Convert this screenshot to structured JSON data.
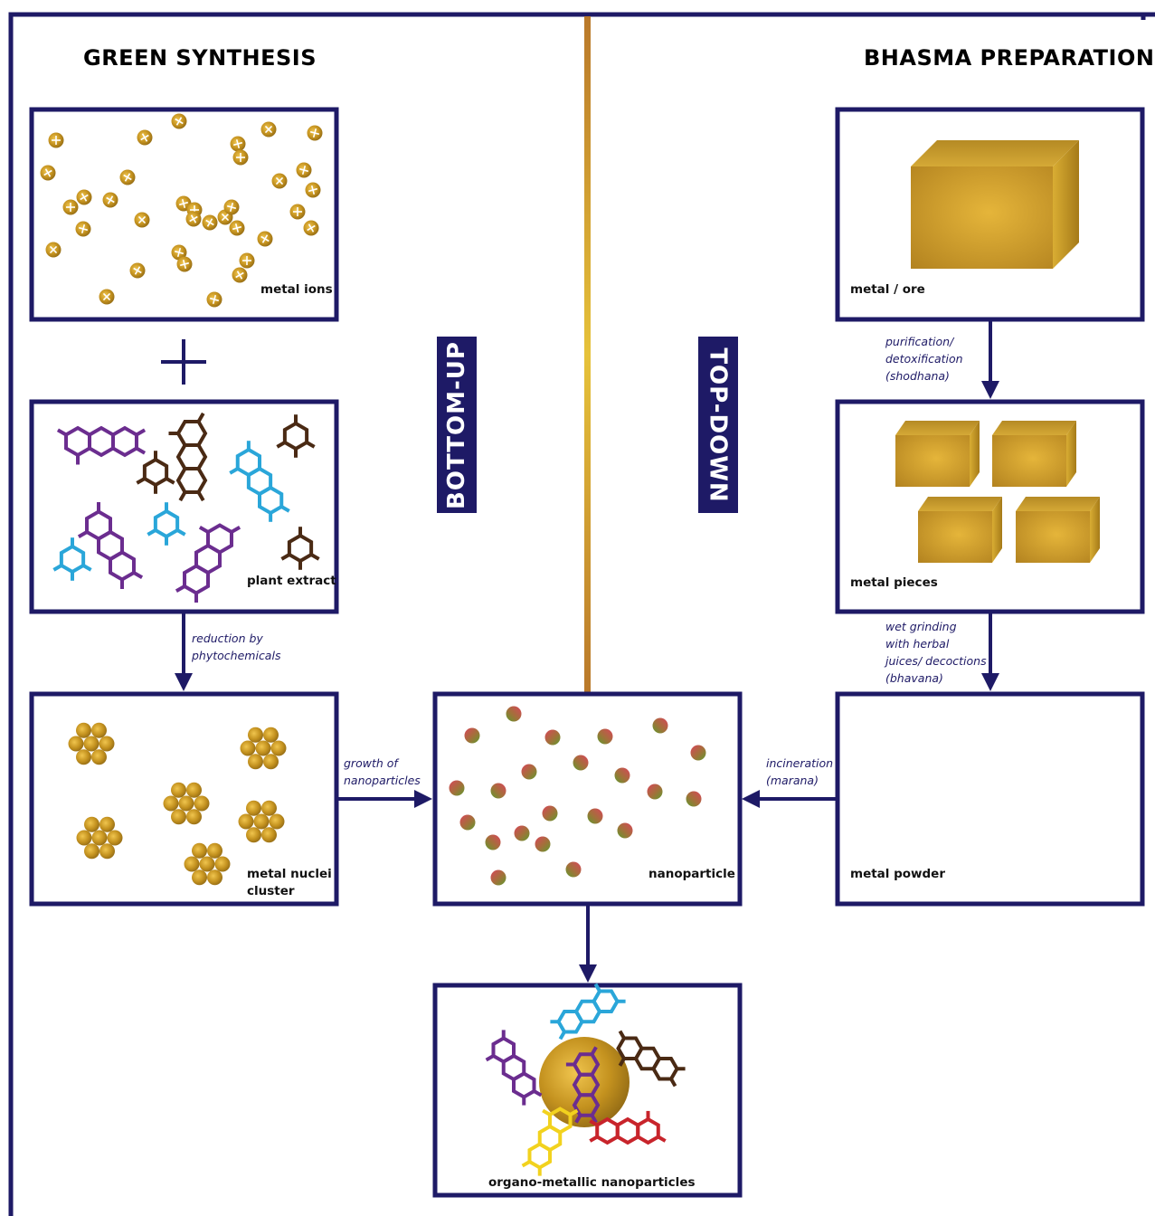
{
  "headings": {
    "left": "GREEN SYNTHESIS",
    "right": "BHASMA PREPARATION"
  },
  "tags": {
    "bottom_up": "BOTTOM-UP",
    "top_down": "TOP-DOWN"
  },
  "boxes": {
    "metal_ions": "metal ions",
    "plant_extract": "plant extract",
    "metal_nuclei_cluster": [
      "metal nuclei",
      "cluster"
    ],
    "nanoparticle": "nanoparticle",
    "organo_metallic": "organo-metallic nanoparticles",
    "metal_ore": "metal / ore",
    "metal_pieces": "metal pieces",
    "metal_powder": "metal powder"
  },
  "steps": {
    "reduction": [
      "reduction by",
      "phytochemicals"
    ],
    "growth": [
      "growth of",
      "nanoparticles"
    ],
    "purification": [
      "purification/",
      "detoxification",
      "(shodhana)"
    ],
    "wet_grinding": [
      "wet grinding",
      "with herbal",
      "juices/ decoctions",
      "(bhavana)"
    ],
    "incineration": [
      "incineration",
      "(marana)"
    ]
  },
  "colors": {
    "navy": "#1e1a66",
    "gold": "#c99a2e",
    "purple": "#6b2d8f",
    "brown": "#4a2a14",
    "cyan": "#2aa6d9",
    "yellow": "#f2d21e",
    "red": "#c8242b",
    "np_green": "#6f9a2e",
    "np_red": "#d8465a"
  },
  "icons": {
    "plus": "plus-icon",
    "molecule": "hexagon-molecule-icon",
    "ion": "metal-ion-icon",
    "cube": "metal-cube-icon"
  }
}
